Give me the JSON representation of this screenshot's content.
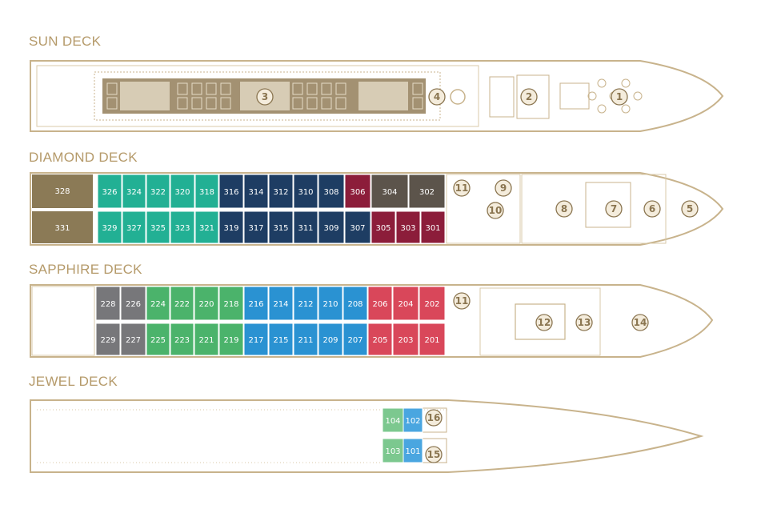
{
  "decks": [
    {
      "title": "SUN DECK",
      "badges": [
        "1",
        "2",
        "3",
        "4"
      ]
    },
    {
      "title": "DIAMOND DECK",
      "suites": [
        "328",
        "331"
      ],
      "top_cabins": [
        "326",
        "324",
        "322",
        "320",
        "318",
        "316",
        "314",
        "312",
        "310",
        "308",
        "306",
        "304",
        "302"
      ],
      "bottom_cabins": [
        "329",
        "327",
        "325",
        "323",
        "321",
        "319",
        "317",
        "315",
        "311",
        "309",
        "307",
        "305",
        "303",
        "301"
      ],
      "badges": [
        "11",
        "9",
        "10",
        "8",
        "7",
        "6",
        "5"
      ]
    },
    {
      "title": "SAPPHIRE DECK",
      "top_cabins": [
        "228",
        "226",
        "224",
        "222",
        "220",
        "218",
        "216",
        "214",
        "212",
        "210",
        "208",
        "206",
        "204",
        "202"
      ],
      "bottom_cabins": [
        "229",
        "227",
        "225",
        "223",
        "221",
        "219",
        "217",
        "215",
        "211",
        "209",
        "207",
        "205",
        "203",
        "201"
      ],
      "badges": [
        "11",
        "12",
        "13",
        "14"
      ]
    },
    {
      "title": "JEWEL DECK",
      "top_cabins": [
        "104",
        "102"
      ],
      "bottom_cabins": [
        "103",
        "101"
      ],
      "badges": [
        "16",
        "15"
      ]
    }
  ],
  "colors": {
    "gold": "#b59a6a",
    "outline": "#c8b38c",
    "suite_brown": "#8b7a56",
    "teal": "#22b094",
    "navy": "#1e3d63",
    "burgundy": "#8c1d3a",
    "dark_gray": "#5c544b",
    "gray": "#77777a",
    "green": "#4bb36b",
    "blue": "#2a92d2",
    "red": "#d9475a",
    "light_green": "#7cc88f",
    "light_blue": "#4aa6e0"
  }
}
